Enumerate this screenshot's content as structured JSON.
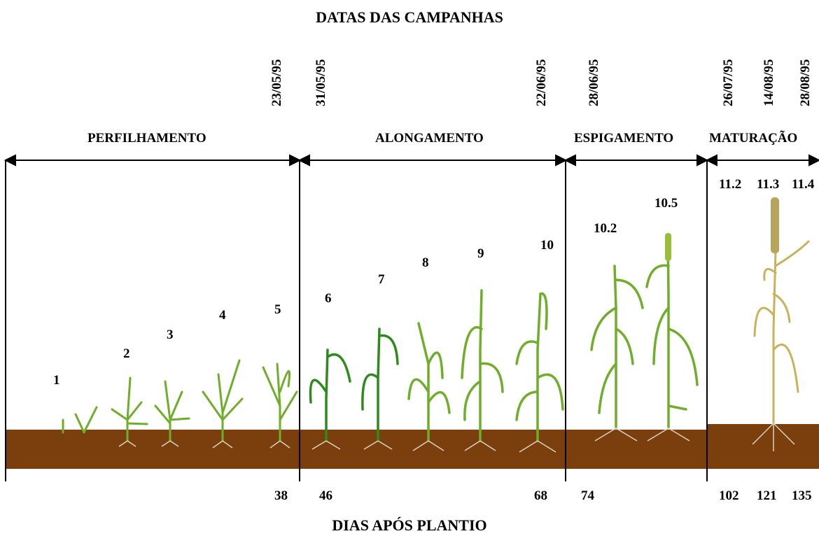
{
  "titles": {
    "top": "DATAS DAS CAMPANHAS",
    "bottom": "DIAS APÓS PLANTIO"
  },
  "campaign_dates": [
    "23/05/95",
    "31/05/95",
    "22/06/95",
    "28/06/95",
    "26/07/95",
    "14/08/95",
    "28/08/95"
  ],
  "phases": [
    "PERFILHAMENTO",
    "ALONGAMENTO",
    "ESPIGAMENTO",
    "MATURAÇÃO"
  ],
  "stages": [
    "1",
    "2",
    "3",
    "4",
    "5",
    "6",
    "7",
    "8",
    "9",
    "10",
    "10.2",
    "10.5",
    "11.2",
    "11.3",
    "11.4"
  ],
  "days": [
    "38",
    "46",
    "68",
    "74",
    "102",
    "121",
    "135"
  ],
  "colors": {
    "soil": "#7a3f0c",
    "plant": "#6fae2a",
    "plant_dark": "#2f8a1e",
    "plant_mature": "#c9b25a",
    "roots": "#d9d2c0",
    "lines": "#000000"
  }
}
